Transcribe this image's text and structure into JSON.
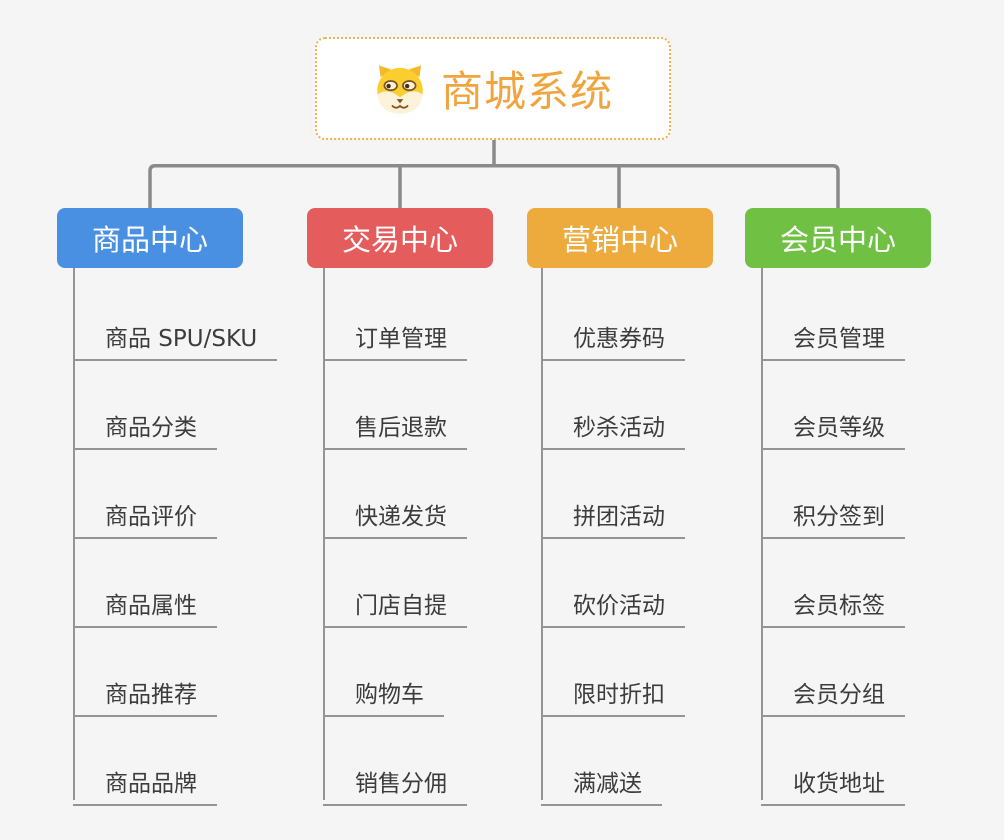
{
  "root": {
    "title": "商城系统",
    "icon": "dog-face"
  },
  "colors": {
    "background": "#f5f5f5",
    "connector": "#8a8a8a",
    "leaf_line": "#949494",
    "root_border": "#f3b14e",
    "root_text": "#f0a43e",
    "leaf_text": "#3c3c3c",
    "header_text": "#ffffff"
  },
  "branches": [
    {
      "label": "商品中心",
      "color": "#4a90e2",
      "items": [
        "商品 SPU/SKU",
        "商品分类",
        "商品评价",
        "商品属性",
        "商品推荐",
        "商品品牌"
      ]
    },
    {
      "label": "交易中心",
      "color": "#e45c5c",
      "items": [
        "订单管理",
        "售后退款",
        "快递发货",
        "门店自提",
        "购物车",
        "销售分佣"
      ]
    },
    {
      "label": "营销中心",
      "color": "#ecab3c",
      "items": [
        "优惠券码",
        "秒杀活动",
        "拼团活动",
        "砍价活动",
        "限时折扣",
        "满减送"
      ]
    },
    {
      "label": "会员中心",
      "color": "#70c043",
      "items": [
        "会员管理",
        "会员等级",
        "积分签到",
        "会员标签",
        "会员分组",
        "收货地址"
      ]
    }
  ]
}
